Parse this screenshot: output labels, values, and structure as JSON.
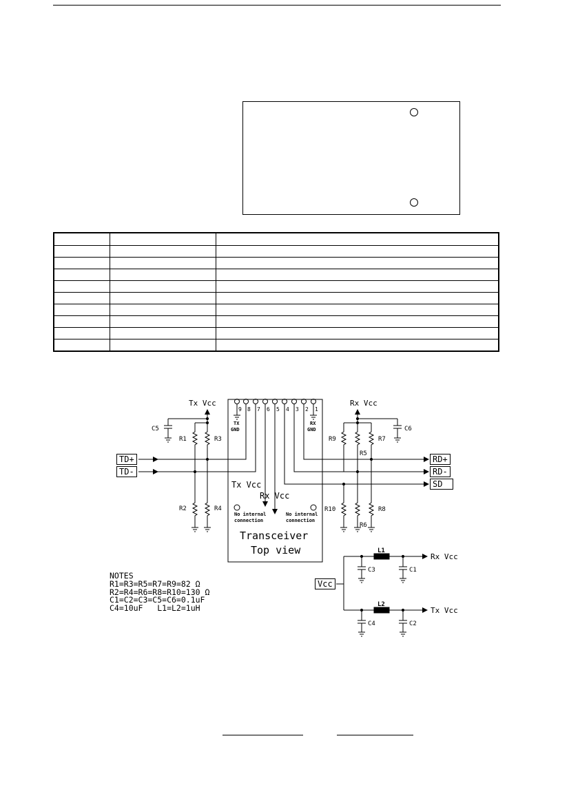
{
  "schematic": {
    "tx_vcc_label": "Tx Vcc",
    "rx_vcc_label": "Rx Vcc",
    "pin_numbers": [
      "9",
      "8",
      "7",
      "6",
      "5",
      "4",
      "3",
      "2",
      "1"
    ],
    "tx_gnd": [
      "TX",
      "GND"
    ],
    "rx_gnd": [
      "RX",
      "GND"
    ],
    "inputs": [
      "TD+",
      "TD-"
    ],
    "outputs": [
      "RD+",
      "RD-",
      "SD"
    ],
    "inner_tx_vcc": "Tx Vcc",
    "inner_rx_vcc": "Rx Vcc",
    "no_internal_left": [
      "No internal",
      "connection"
    ],
    "no_internal_right": [
      "No internal",
      "connection"
    ],
    "module_title": [
      "Transceiver",
      "Top view"
    ],
    "resistors": {
      "r1": "R1",
      "r2": "R2",
      "r3": "R3",
      "r4": "R4",
      "r5": "R5",
      "r6": "R6",
      "r7": "R7",
      "r8": "R8",
      "r9": "R9",
      "r10": "R10"
    },
    "caps": {
      "c5": "C5",
      "c6": "C6"
    }
  },
  "notes": {
    "title": "NOTES",
    "lines": [
      "R1=R3=R5=R7=R9=82 Ω",
      "R2=R4=R6=R8=R10=130 Ω",
      "C1=C2=C3=C5=C6=0.1uF",
      "C4=10uF   L1=L2=1uH"
    ]
  },
  "filter": {
    "vcc": "Vcc",
    "l1": "L1",
    "l2": "L2",
    "c1": "C1",
    "c2": "C2",
    "c3": "C3",
    "c4": "C4",
    "rx_vcc": "Rx Vcc",
    "tx_vcc": "Tx Vcc"
  }
}
